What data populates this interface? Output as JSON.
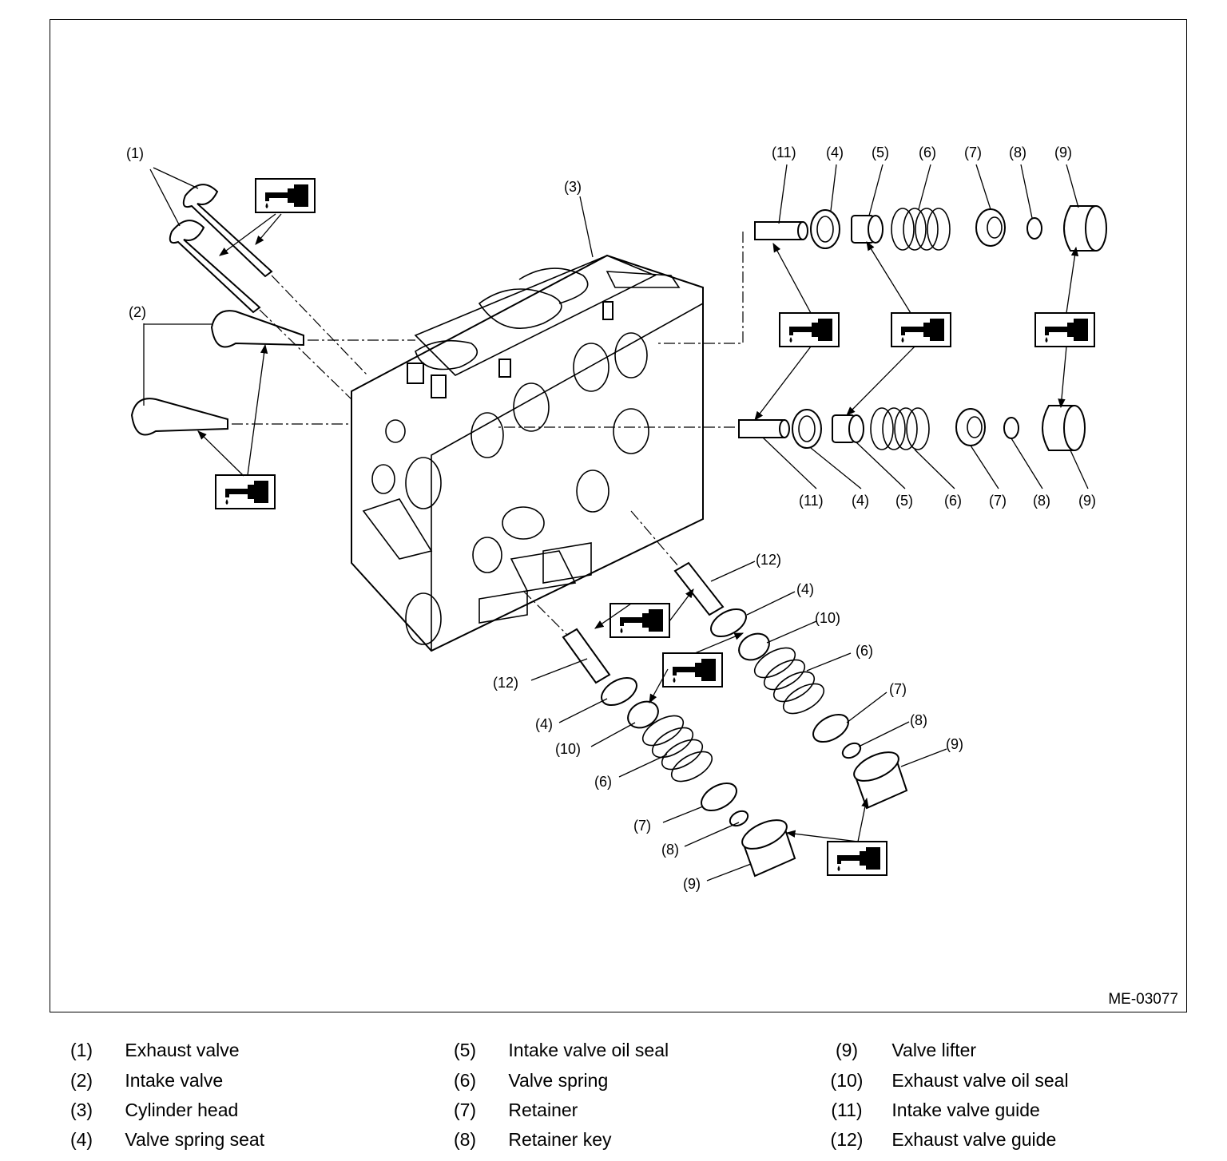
{
  "figure_code": "ME-03077",
  "callouts": {
    "c1": "(1)",
    "c2": "(2)",
    "c3": "(3)",
    "c4": "(4)",
    "c5": "(5)",
    "c6": "(6)",
    "c7": "(7)",
    "c8": "(8)",
    "c9": "(9)",
    "c10": "(10)",
    "c11": "(11)",
    "c12": "(12)"
  },
  "legend": [
    {
      "num": "(1)",
      "label": "Exhaust valve"
    },
    {
      "num": "(2)",
      "label": "Intake valve"
    },
    {
      "num": "(3)",
      "label": "Cylinder head"
    },
    {
      "num": "(4)",
      "label": "Valve spring seat"
    },
    {
      "num": "(5)",
      "label": "Intake valve oil seal"
    },
    {
      "num": "(6)",
      "label": "Valve spring"
    },
    {
      "num": "(7)",
      "label": "Retainer"
    },
    {
      "num": "(8)",
      "label": "Retainer key"
    },
    {
      "num": "(9)",
      "label": "Valve lifter"
    },
    {
      "num": "(10)",
      "label": "Exhaust valve oil seal"
    },
    {
      "num": "(11)",
      "label": "Intake valve guide"
    },
    {
      "num": "(12)",
      "label": "Exhaust valve guide"
    }
  ],
  "icons": [
    "oil-can-icon"
  ]
}
